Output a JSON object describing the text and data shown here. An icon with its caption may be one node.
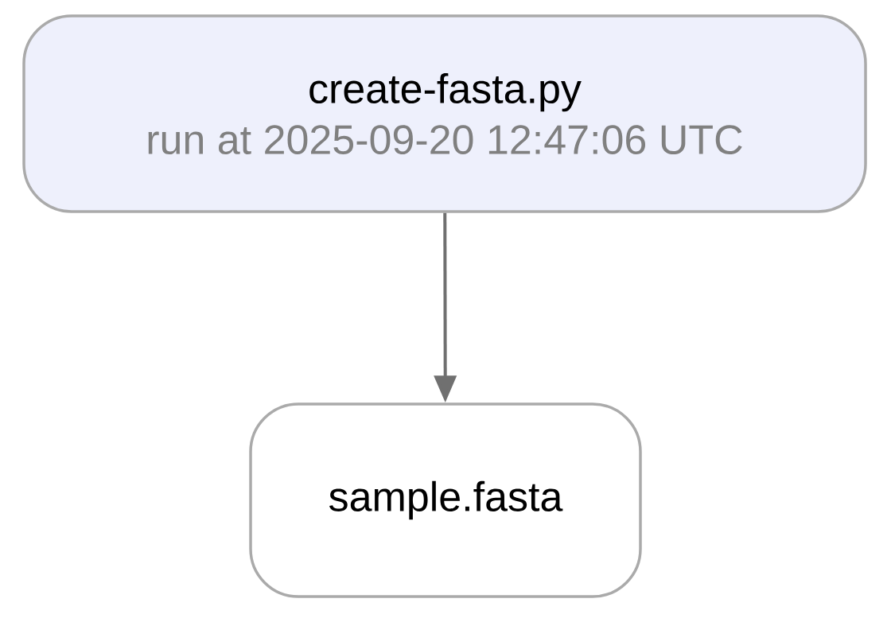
{
  "diagram": {
    "nodes": [
      {
        "text": [
          "create-fasta.py",
          "run at 2025-09-20 12:47:06 UTC"
        ]
      },
      {
        "text": [
          "sample.fasta"
        ]
      }
    ],
    "edges": [
      {
        "from": 0,
        "to": 1,
        "arrow": "to"
      }
    ]
  }
}
